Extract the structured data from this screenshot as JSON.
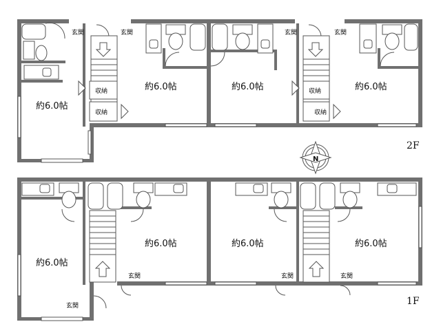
{
  "floors": {
    "upper": {
      "label": "2F",
      "rooms": [
        "約6.0帖",
        "約6.0帖",
        "約6.0帖",
        "約6.0帖"
      ],
      "entrances": [
        "玄関",
        "玄関",
        "玄関",
        "玄関"
      ],
      "storage": [
        "収納",
        "収納",
        "収納",
        "収納"
      ]
    },
    "lower": {
      "label": "1F",
      "rooms": [
        "約6.0帖",
        "約6.0帖",
        "約6.0帖",
        "約6.0帖"
      ],
      "entrances": [
        "玄関",
        "玄関",
        "玄関",
        "玄関"
      ]
    }
  },
  "compass": {
    "letter": "N",
    "icon": "north-compass-icon"
  },
  "colors": {
    "wall": "#707070",
    "line": "#555555",
    "background": "#ffffff"
  }
}
